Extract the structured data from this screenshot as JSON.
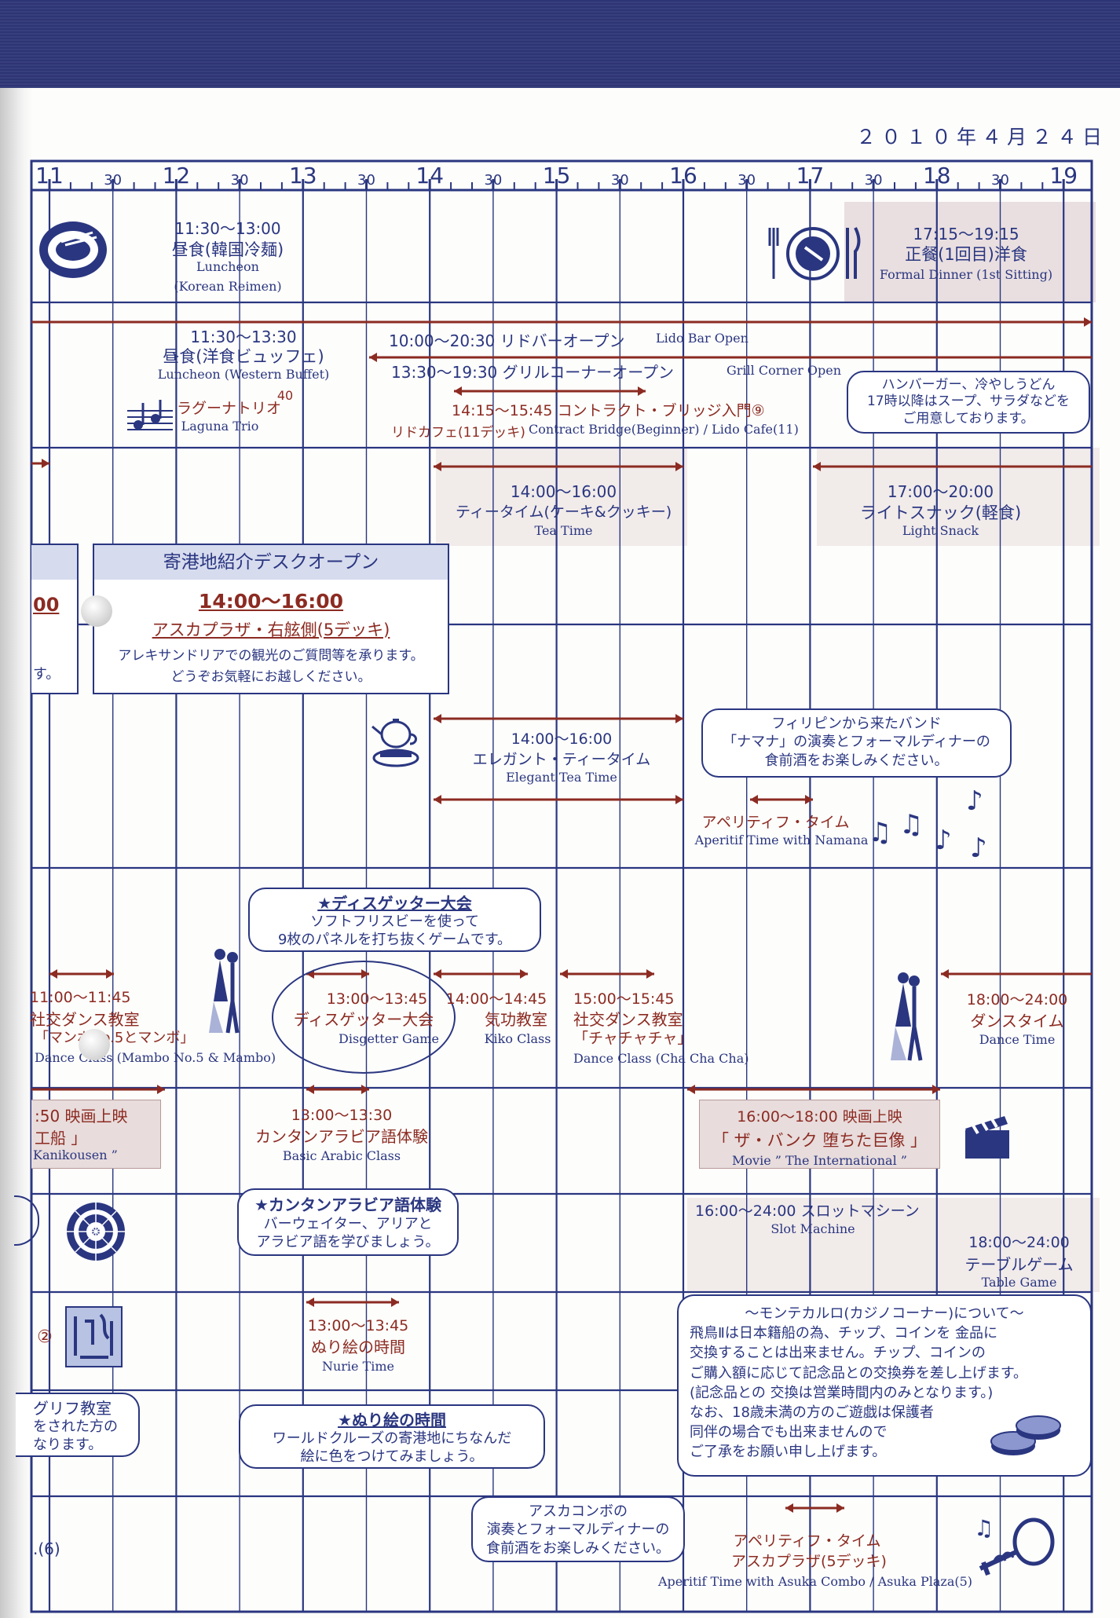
{
  "date": "２０１０年４月２４日",
  "timeline": {
    "hours": [
      "11",
      "30",
      "12",
      "30",
      "13",
      "30",
      "14",
      "30",
      "15",
      "30",
      "16",
      "30",
      "17",
      "30",
      "18",
      "30",
      "19"
    ]
  },
  "row1": {
    "luncheon_time": "11:30〜13:00",
    "luncheon_jp": "昼食(韓国冷麺)",
    "luncheon_en1": "Luncheon",
    "luncheon_en2": "(Korean Reimen)",
    "dinner_time": "17:15〜19:15",
    "dinner_jp": "正餐(1回目)洋食",
    "dinner_en": "Formal Dinner (1st Sitting)"
  },
  "row2": {
    "lunch_time": "11:30〜13:30",
    "lunch_jp": "昼食(洋食ビュッフェ)",
    "lunch_en": "Luncheon (Western Buffet)",
    "trio_jp": "ラグーナトリオ",
    "trio_num": "40",
    "trio_en": "Laguna Trio",
    "lidobar_time": "10:00〜20:30",
    "lidobar_jp": "リドバーオープン",
    "lidobar_en": "Lido Bar Open",
    "grill_time": "13:30〜19:30",
    "grill_jp": "グリルコーナーオープン",
    "grill_en": "Grill Corner Open",
    "bridge_time": "14:15〜15:45",
    "bridge_jp": "コントラクト・ブリッジ入門⑨",
    "bridge_sub": "リドカフェ(11デッキ)",
    "bridge_en": "Contract Bridge(Beginner)  / Lido Cafe(11)",
    "bubble_l1": "ハンバーガー、冷やしうどん",
    "bubble_l2": "17時以降はスープ、サラダなどを",
    "bubble_l3": "ご用意しております。"
  },
  "row3": {
    "tea_time": "14:00〜16:00",
    "tea_jp": "ティータイム(ケーキ&クッキー)",
    "tea_en": "Tea Time",
    "snack_time": "17:00〜20:00",
    "snack_jp": "ライトスナック(軽食)",
    "snack_en": "Light Snack"
  },
  "row4": {
    "left_frag1": "00",
    "left_frag2": "す。",
    "desk_title": "寄港地紹介デスクオープン",
    "desk_time": "14:00〜16:00",
    "desk_place": "アスカプラザ・右舷側(5デッキ)",
    "desk_l1": "アレキサンドリアでの観光のご質問等を承ります。",
    "desk_l2": "どうぞお気軽にお越しください。"
  },
  "row5": {
    "etea_time": "14:00〜16:00",
    "etea_jp": "エレガント・ティータイム",
    "etea_en": "Elegant Tea Time",
    "band_l1": "フィリピンから来たバンド",
    "band_l2": "「ナマナ」の演奏とフォーマルディナーの",
    "band_l3": "食前酒をお楽しみください。",
    "aperitif_jp": "アペリティフ・タイム",
    "aperitif_en": "Aperitif Time with Namana"
  },
  "row6": {
    "disc_bubble_title": "★ディスゲッター大会",
    "disc_bubble_l1": "ソフトフリスビーを使って",
    "disc_bubble_l2": "9枚のパネルを打ち抜くゲームです。",
    "dance1_time": "11:00〜11:45",
    "dance1_jp": "社交ダンス教室",
    "dance1_sub": "「マンボNo.5とマンボ」",
    "dance1_en": "Dance Class (Mambo No.5 & Mambo)",
    "disc_time": "13:00〜13:45",
    "disc_jp": "ディスゲッター大会",
    "disc_en": "Disgetter Game",
    "kiko_time": "14:00〜14:45",
    "kiko_jp": "気功教室",
    "kiko_en": "Kiko Class",
    "dance2_time": "15:00〜15:45",
    "dance2_jp": "社交ダンス教室",
    "dance2_sub": "「チャチャチャ」",
    "dance2_en": "Dance Class (Cha Cha Cha)",
    "dt_time": "18:00〜24:00",
    "dt_jp": "ダンスタイム",
    "dt_en": "Dance Time"
  },
  "row7": {
    "movie1_l1": ":50  映画上映",
    "movie1_l2": "工船 」",
    "movie1_l3": "Kanikousen ”",
    "arabic_time": "13:00〜13:30",
    "arabic_jp": "カンタンアラビア語体験",
    "arabic_en": "Basic Arabic Class",
    "movie2_l1": "16:00〜18:00  映画上映",
    "movie2_l2": "「 ザ・バンク  堕ちた巨像 」",
    "movie2_l3": "Movie ” The International ”"
  },
  "row8": {
    "arabic_bubble_title": "★カンタンアラビア語体験",
    "arabic_bubble_l1": "バーウェイター、アリアと",
    "arabic_bubble_l2": "アラビア語を学びましょう。",
    "slot_time": "16:00〜24:00",
    "slot_jp": "スロットマシーン",
    "slot_en": "Slot Machine",
    "table_time": "18:00〜24:00",
    "table_jp": "テーブルゲーム",
    "table_en": "Table Game"
  },
  "row9": {
    "left_frag_num": "②",
    "nurie_time": "13:00〜13:45",
    "nurie_jp": "ぬり絵の時間",
    "nurie_en": "Nurie Time",
    "left_frag1": "グリフ教室",
    "left_frag2": "をされた方の",
    "left_frag3": "なります。",
    "nurie_bubble_title": "★ぬり絵の時間",
    "nurie_bubble_l1": "ワールドクルーズの寄港地にちなんだ",
    "nurie_bubble_l2": "絵に色をつけてみましょう。",
    "casino_l1": "〜モンテカルロ(カジノコーナー)について〜",
    "casino_l2": "飛鳥Ⅱは日本籍船の為、チップ、コインを 金品に",
    "casino_l3": "交換することは出来ません。チップ、コインの",
    "casino_l4": "ご購入額に応じて記念品との交換券を差し上げます。",
    "casino_l5": "(記念品との  交換は営業時間内のみとなります。)",
    "casino_l6": "なお、18歳未満の方のご遊戯は保護者",
    "casino_l7": "同伴の場合でも出来ませんので",
    "casino_l8": "ご了承をお願い申し上げます。"
  },
  "row10": {
    "left_frag": ".(6)",
    "combo_l1": "アスカコンボの",
    "combo_l2": "演奏とフォーマルディナーの",
    "combo_l3": "食前酒をお楽しみください。",
    "aperitif_jp": "アペリティフ・タイム",
    "aperitif_place": "アスカプラザ(5デッキ)",
    "aperitif_en": "Aperitif Time with Asuka Combo / Asuka Plaza(5)"
  },
  "colors": {
    "grid": "#2a3680",
    "arrow": "#8c2b22",
    "band": "#2d3575",
    "shade": "#e9dfe0"
  }
}
